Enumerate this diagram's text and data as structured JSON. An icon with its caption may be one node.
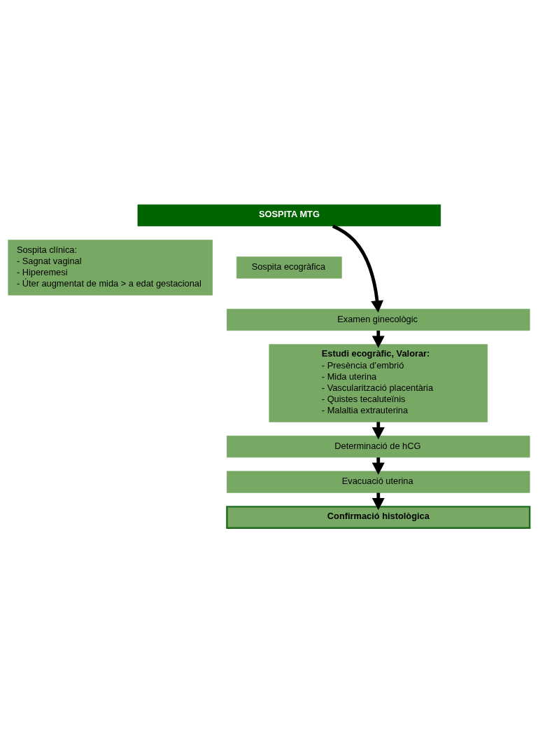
{
  "diagram": {
    "nodes": [
      {
        "text": [
          "SOSPITA MTG"
        ]
      },
      {
        "text": [
          "Sospita clínica:",
          "- Sagnat vaginal",
          "- Hiperemesi",
          "- Úter augmentat de mida > a edat gestacional"
        ]
      },
      {
        "text": [
          "Sospita ecogràfica"
        ]
      },
      {
        "text": [
          "Examen ginecològic"
        ]
      },
      {
        "text": [
          "Estudi ecogràfic, Valorar:",
          "- Presència d’embrió",
          "- Mida uterina",
          "- Vascularització placentària",
          "- Quistes tecaluteïnis",
          "- Malaltia extrauterina"
        ]
      },
      {
        "text": [
          "Determinació de hCG"
        ]
      },
      {
        "text": [
          "Evacuació uterina"
        ]
      },
      {
        "text": [
          "Confirmació histològica"
        ]
      }
    ],
    "edges": [
      {
        "from": 0,
        "to": 3,
        "arrow": "to"
      },
      {
        "from": 3,
        "to": 4,
        "arrow": "to"
      },
      {
        "from": 4,
        "to": 5,
        "arrow": "to"
      },
      {
        "from": 5,
        "to": 6,
        "arrow": "to"
      },
      {
        "from": 6,
        "to": 7,
        "arrow": "to"
      }
    ]
  }
}
